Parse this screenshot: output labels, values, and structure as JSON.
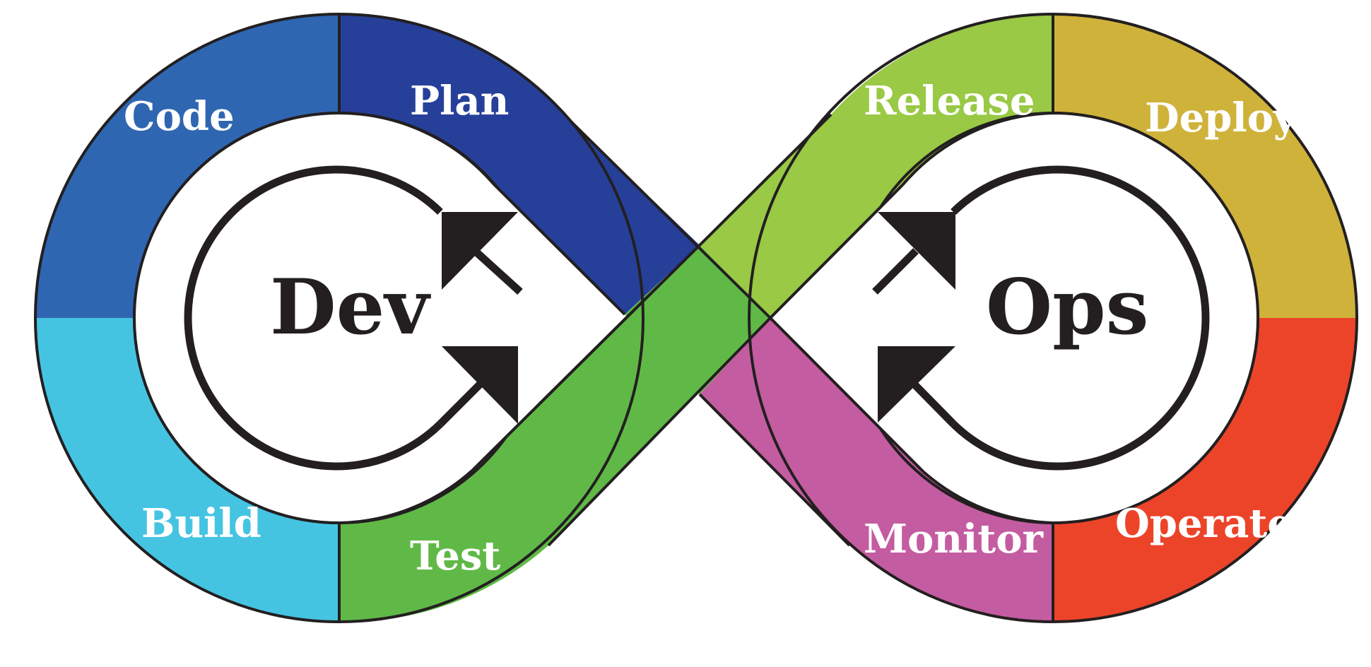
{
  "diagram": {
    "segments": [
      {
        "id": "code",
        "label": "Code",
        "color": "#2f66b2"
      },
      {
        "id": "plan",
        "label": "Plan",
        "color": "#26409a"
      },
      {
        "id": "build",
        "label": "Build",
        "color": "#45c4e2"
      },
      {
        "id": "test",
        "label": "Test",
        "color": "#60b947"
      },
      {
        "id": "release",
        "label": "Release",
        "color": "#99c945"
      },
      {
        "id": "deploy",
        "label": "Deploy",
        "color": "#cfb23a"
      },
      {
        "id": "operate",
        "label": "Operate",
        "color": "#ec4429"
      },
      {
        "id": "monitor",
        "label": "Monitor",
        "color": "#c45ca1"
      }
    ],
    "left_center_label": "Dev",
    "right_center_label": "Ops",
    "outline_color": "#231f20"
  }
}
